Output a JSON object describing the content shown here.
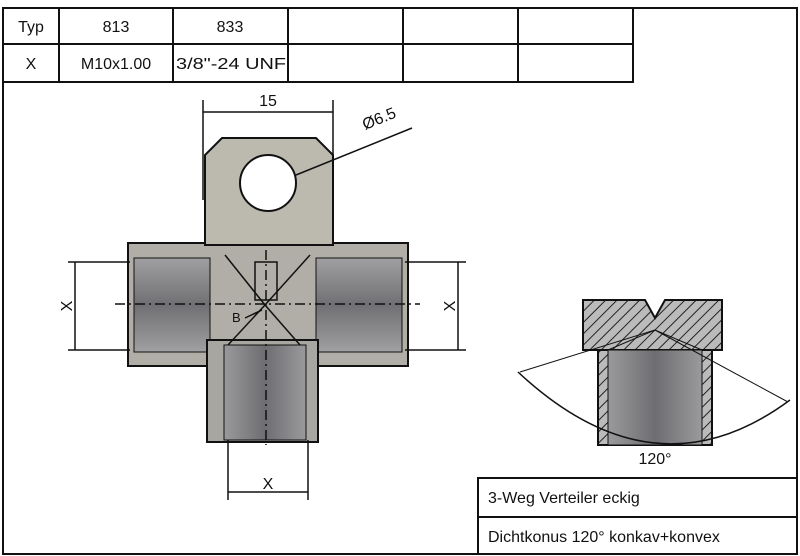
{
  "table": {
    "rows": [
      [
        "Typ",
        "813",
        "833",
        "",
        "",
        ""
      ],
      [
        "X",
        "M10x1.00",
        "3/8\"-24 UNF",
        "",
        "",
        ""
      ]
    ]
  },
  "drawing": {
    "dim_width": "15",
    "dim_hole": "Ø6.5",
    "dim_x_left": "X",
    "dim_x_right": "X",
    "dim_x_bottom": "X",
    "label_b": "B",
    "cone_angle": "120°"
  },
  "title_block": {
    "name": "3-Weg Verteiler eckig",
    "description": "Dichtkonus 120° konkav+konvex"
  },
  "colors": {
    "body": "#b8b4a8",
    "thread": "#8a8a8c",
    "line": "#111111"
  }
}
